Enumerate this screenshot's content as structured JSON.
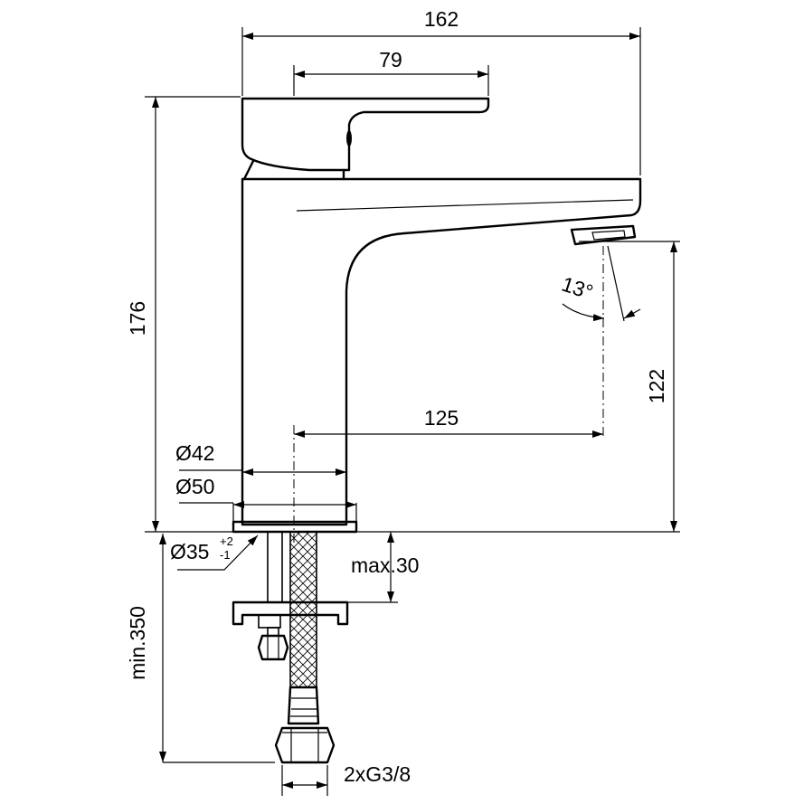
{
  "drawing": {
    "dimensions": {
      "overall_width": "162",
      "lever_width": "79",
      "height": "176",
      "spout_reach": "125",
      "spout_height": "122",
      "spout_angle": "13°",
      "diameter_body": "Ø42",
      "diameter_base": "Ø50",
      "hole_diameter": "Ø35",
      "hole_tol_upper": "+2",
      "hole_tol_lower": "-1",
      "max_thickness": "max.30",
      "min_hose_length": "min.350",
      "connection": "2xG3/8"
    }
  }
}
